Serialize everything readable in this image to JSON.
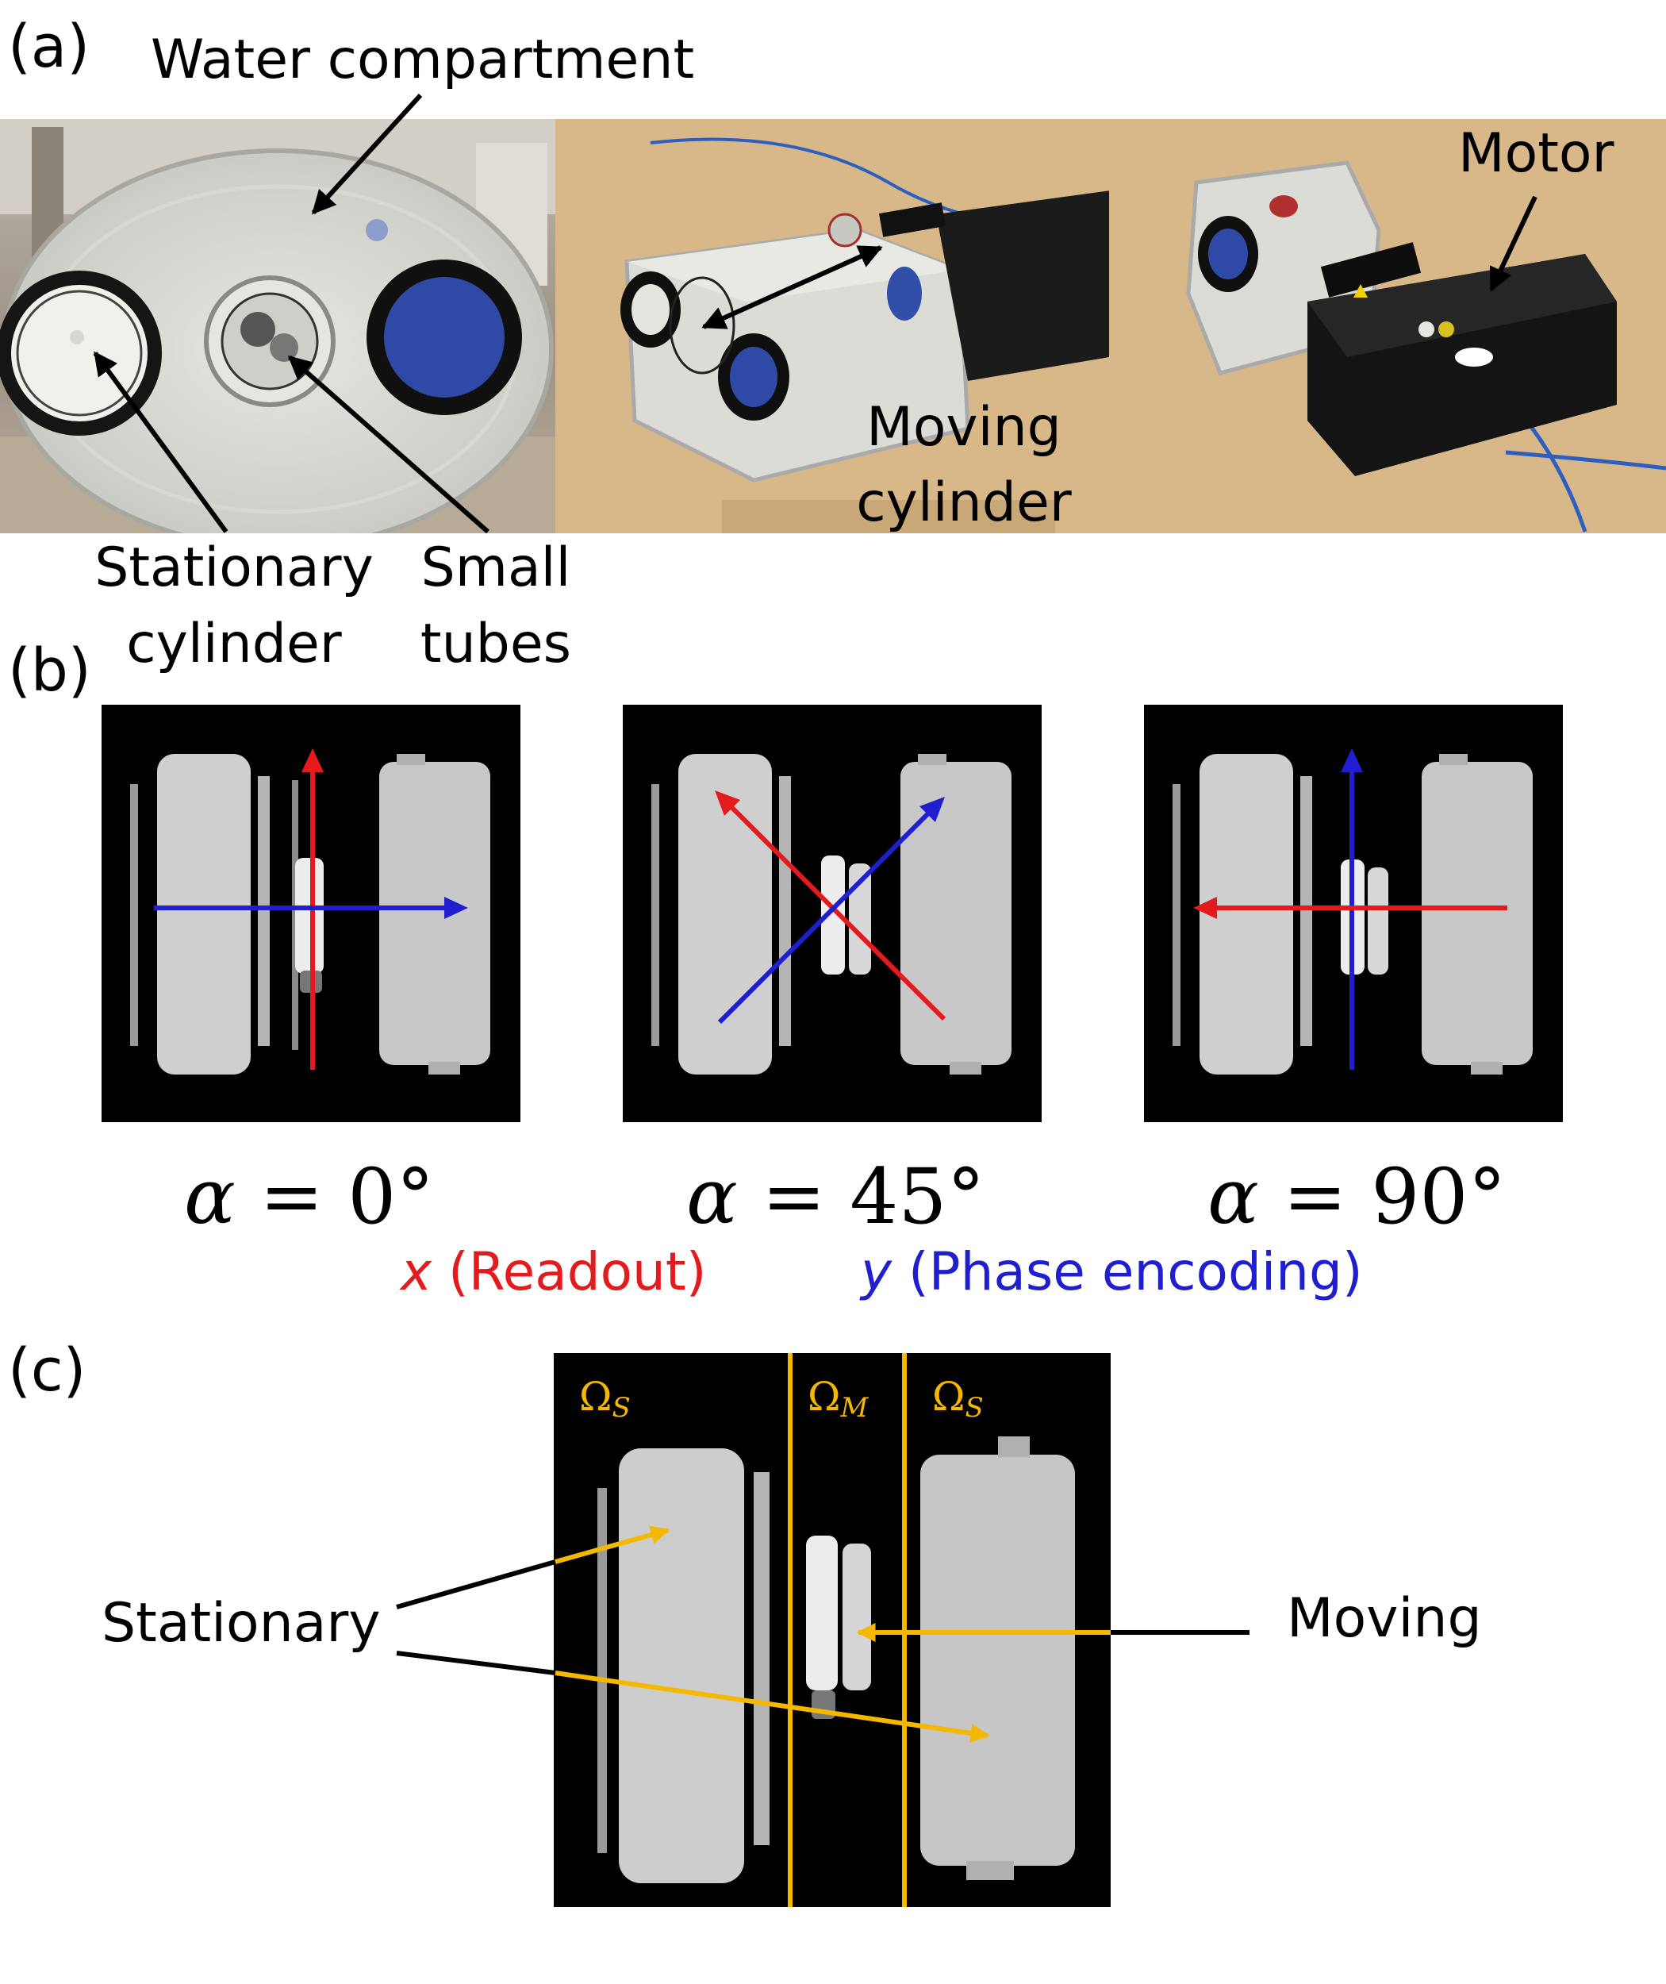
{
  "panels": {
    "a": "(a)",
    "b": "(b)",
    "c": "(c)"
  },
  "panel_a": {
    "water_compartment": "Water compartment",
    "stationary_cylinder_1": "Stationary",
    "stationary_cylinder_2": "cylinder",
    "small_tubes_1": "Small",
    "small_tubes_2": "tubes",
    "moving_cylinder_1": "Moving",
    "moving_cylinder_2": "cylinder",
    "motor": "Motor"
  },
  "panel_b": {
    "angles": [
      {
        "symbol": "α",
        "eq": " = ",
        "value": "0°"
      },
      {
        "symbol": "α",
        "eq": " = ",
        "value": "45°"
      },
      {
        "symbol": "α",
        "eq": " = ",
        "value": "90°"
      }
    ],
    "legend_x_var": "x",
    "legend_x_text": " (Readout)",
    "legend_y_var": "y",
    "legend_y_text": " (Phase encoding)"
  },
  "panel_c": {
    "omega_s_left": "Ω",
    "omega_s_left_sub": "S",
    "omega_m": "Ω",
    "omega_m_sub": "M",
    "omega_s_right": "Ω",
    "omega_s_right_sub": "S",
    "stationary": "Stationary",
    "moving": "Moving"
  },
  "colors": {
    "readout": "#e41a1c",
    "phase": "#1f1fd0",
    "region": "#f5b800",
    "floor": "#d8b888"
  }
}
